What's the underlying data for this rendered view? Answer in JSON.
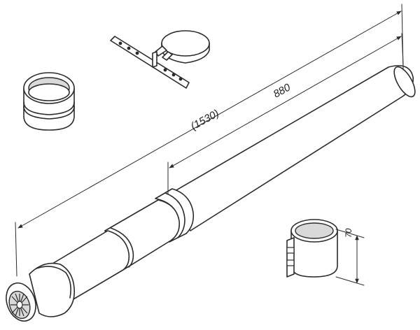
{
  "dimensions": {
    "total_length": "(1530)",
    "pipe_length": "880",
    "clamp_height": "70"
  }
}
